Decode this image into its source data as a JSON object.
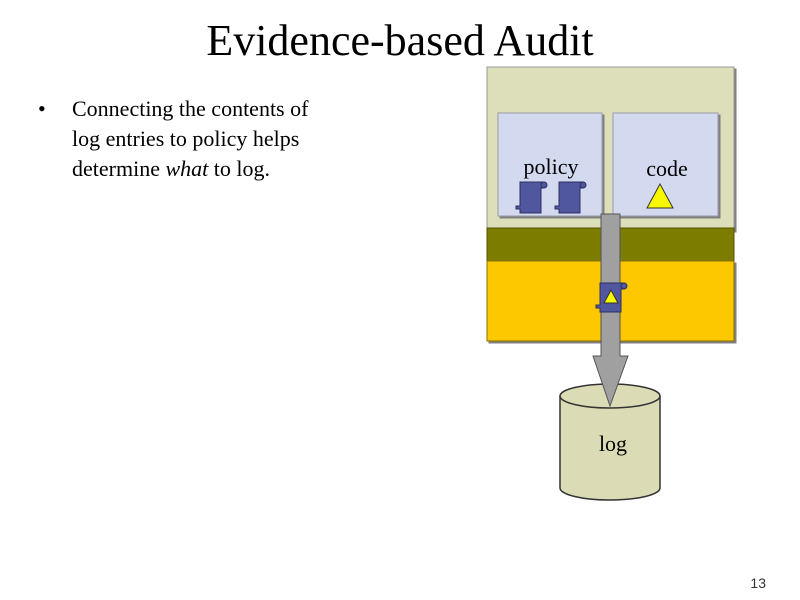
{
  "slide": {
    "title": "Evidence-based Audit",
    "page_number": "13"
  },
  "bullet": {
    "line1": "Connecting the contents of",
    "line2": "log entries to policy helps",
    "line3_before": "determine ",
    "line3_emphasis": "what",
    "line3_after": " to log."
  },
  "diagram": {
    "policy_label": "policy",
    "code_label": "code",
    "log_label": "log"
  },
  "colors": {
    "outer_box": "#dcdfb9",
    "inner_box": "#d3d9ef",
    "olive_band": "#7c7c00",
    "yellow_band": "#fec800",
    "cylinder": "#dbdcb5",
    "scroll": "#51579f",
    "triangle": "#f7f700",
    "arrow": "#a0a0a0"
  }
}
